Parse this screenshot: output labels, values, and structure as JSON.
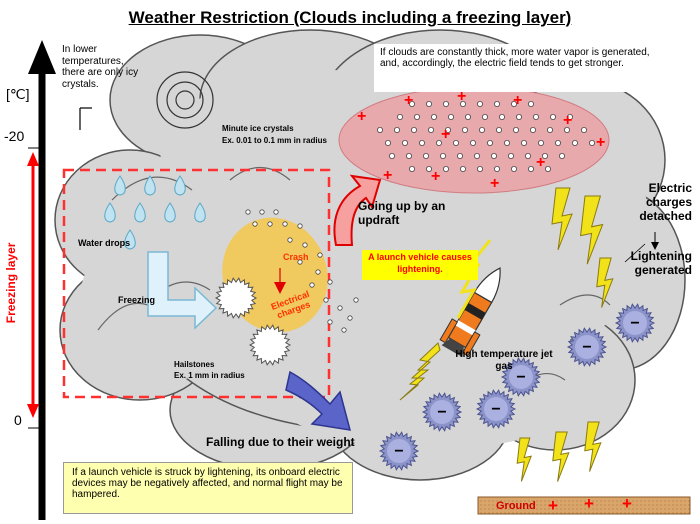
{
  "title": "Weather Restriction (Clouds including a freezing layer)",
  "axis": {
    "unit": "[℃]",
    "tick_top": "-20",
    "tick_bottom": "0",
    "band_label": "Freezing layer"
  },
  "notes": {
    "lower_temps": "In lower temperatures, there are only icy crystals.",
    "thick_clouds": "If clouds are constantly thick, more water vapor is generated, and, accordingly, the electric field tends to get stronger.",
    "minute_crystals": "Minute ice crystals",
    "minute_crystals_size": "Ex. 0.01  to 0.1 mm in radius",
    "water_drops": "Water drops",
    "freezing": "Freezing",
    "crash": "Crash",
    "electrical_charges": "Electrical charges",
    "hailstones": "Hailstones",
    "hailstones_size": "Ex. 1 mm in radius",
    "going_up": "Going up by an updraft",
    "launch_lightening": "A launch vehicle causes lightening.",
    "jet_gas": "High temperature jet gas",
    "charges_detached": "Electric charges detached",
    "lightening_generated": "Lightening generated",
    "falling": "Falling due to their weight",
    "ground": "Ground",
    "warning": "If a launch vehicle is struck by lightening, its onboard electric devices may be negatively affected, and normal flight may be hampered."
  },
  "symbols": {
    "plus": "+",
    "minus": "−"
  },
  "colors": {
    "cloud": "#d6d6d6",
    "positive_zone": "#e8a9ac",
    "plus": "#ff0000",
    "freezing_arrow": "#ff0000",
    "minus_ball": "#8b93c9",
    "lightning": "#f2e21a",
    "callout": "#ffff00",
    "ground": "#c8894a"
  }
}
